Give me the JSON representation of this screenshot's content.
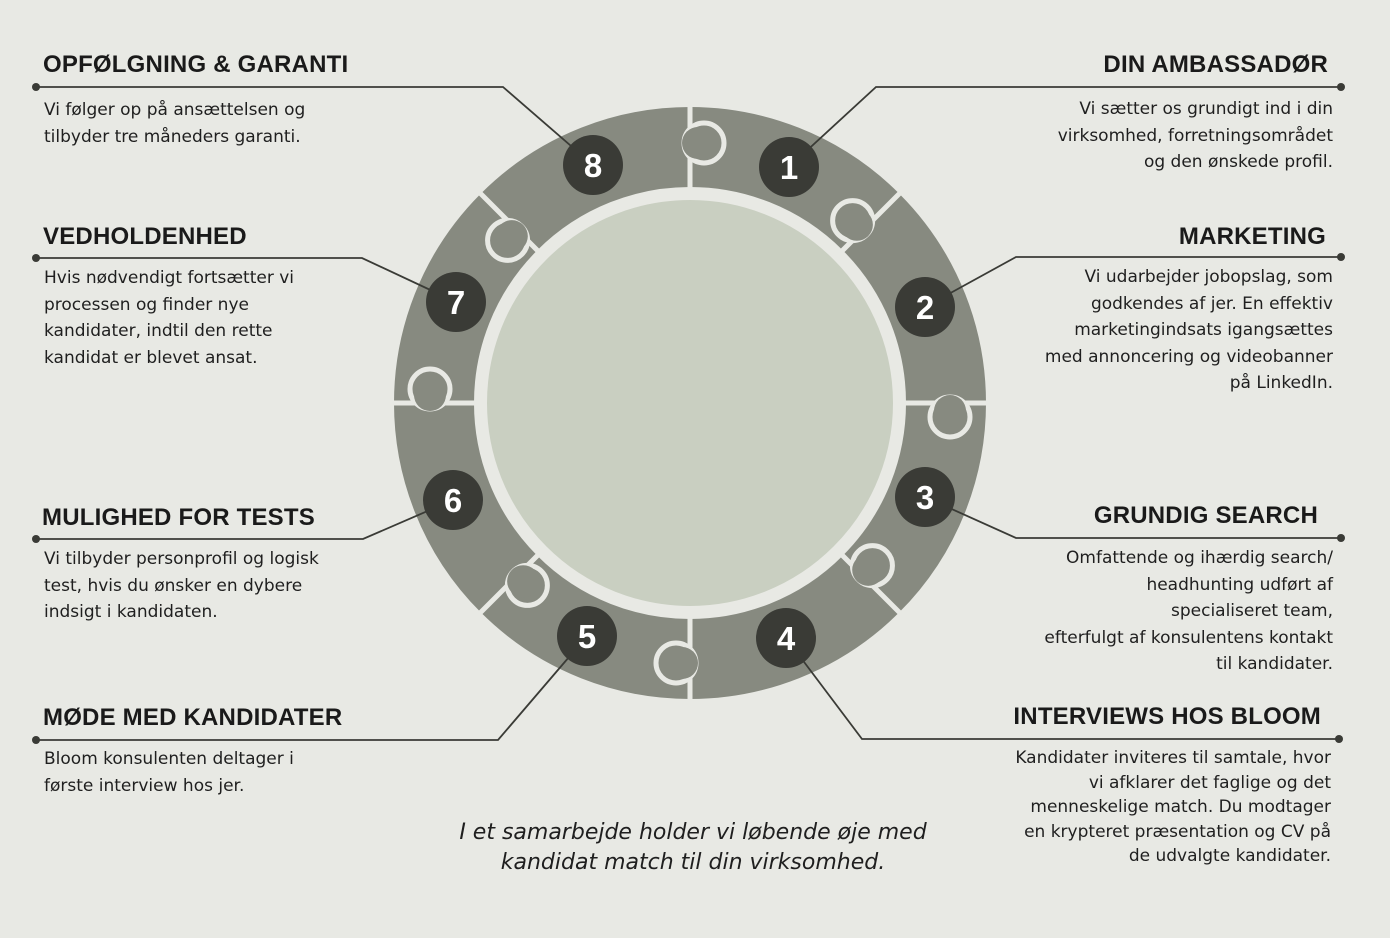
{
  "steps": [
    {
      "number": "1",
      "title": "DIN AMBASSADØR",
      "lines": [
        "Vi sætter os grundigt ind i din",
        "virksomhed, forretningsområdet",
        "og den ønskede profil."
      ]
    },
    {
      "number": "2",
      "title": "MARKETING",
      "lines": [
        "Vi udarbejder jobopslag, som",
        "godkendes af jer. En effektiv",
        "marketingindsats igangsættes",
        "med annoncering og videobanner",
        "på LinkedIn."
      ]
    },
    {
      "number": "3",
      "title": "GRUNDIG SEARCH",
      "lines": [
        "Omfattende og ihærdig search/",
        "headhunting udført af",
        "specialiseret team,",
        "efterfulgt af konsulentens kontakt",
        "til kandidater."
      ]
    },
    {
      "number": "4",
      "title": "INTERVIEWS HOS BLOOM",
      "lines": [
        "Kandidater inviteres til samtale, hvor",
        "vi afklarer det faglige og det",
        "menneskelige match. Du modtager",
        "en krypteret præsentation og CV på",
        "de udvalgte kandidater."
      ]
    },
    {
      "number": "5",
      "title": "MØDE MED KANDIDATER",
      "lines": [
        "Bloom konsulenten deltager i",
        "første interview hos jer."
      ]
    },
    {
      "number": "6",
      "title": "MULIGHED FOR TESTS",
      "lines": [
        "Vi tilbyder personprofil og logisk",
        "test, hvis du ønsker en dybere",
        "indsigt i kandidaten."
      ]
    },
    {
      "number": "7",
      "title": "VEDHOLDENHED",
      "lines": [
        "Hvis nødvendigt fortsætter vi",
        "processen og finder nye",
        "kandidater, indtil den rette",
        "kandidat er blevet ansat."
      ]
    },
    {
      "number": "8",
      "title": "OPFØLGNING & GARANTI",
      "lines": [
        "Vi følger op på ansættelsen og",
        "tilbyder tre måneders garanti."
      ]
    }
  ],
  "footer": {
    "line1": "I et samarbejde holder vi løbende øje med",
    "line2": "kandidat match til din virksomhed."
  },
  "colors": {
    "background": "#e8e9e4",
    "ring": "#878a80",
    "center": "#c9cfc1",
    "badge": "#3a3b36",
    "line": "#3a3b36",
    "text": "#1a1a1a"
  }
}
